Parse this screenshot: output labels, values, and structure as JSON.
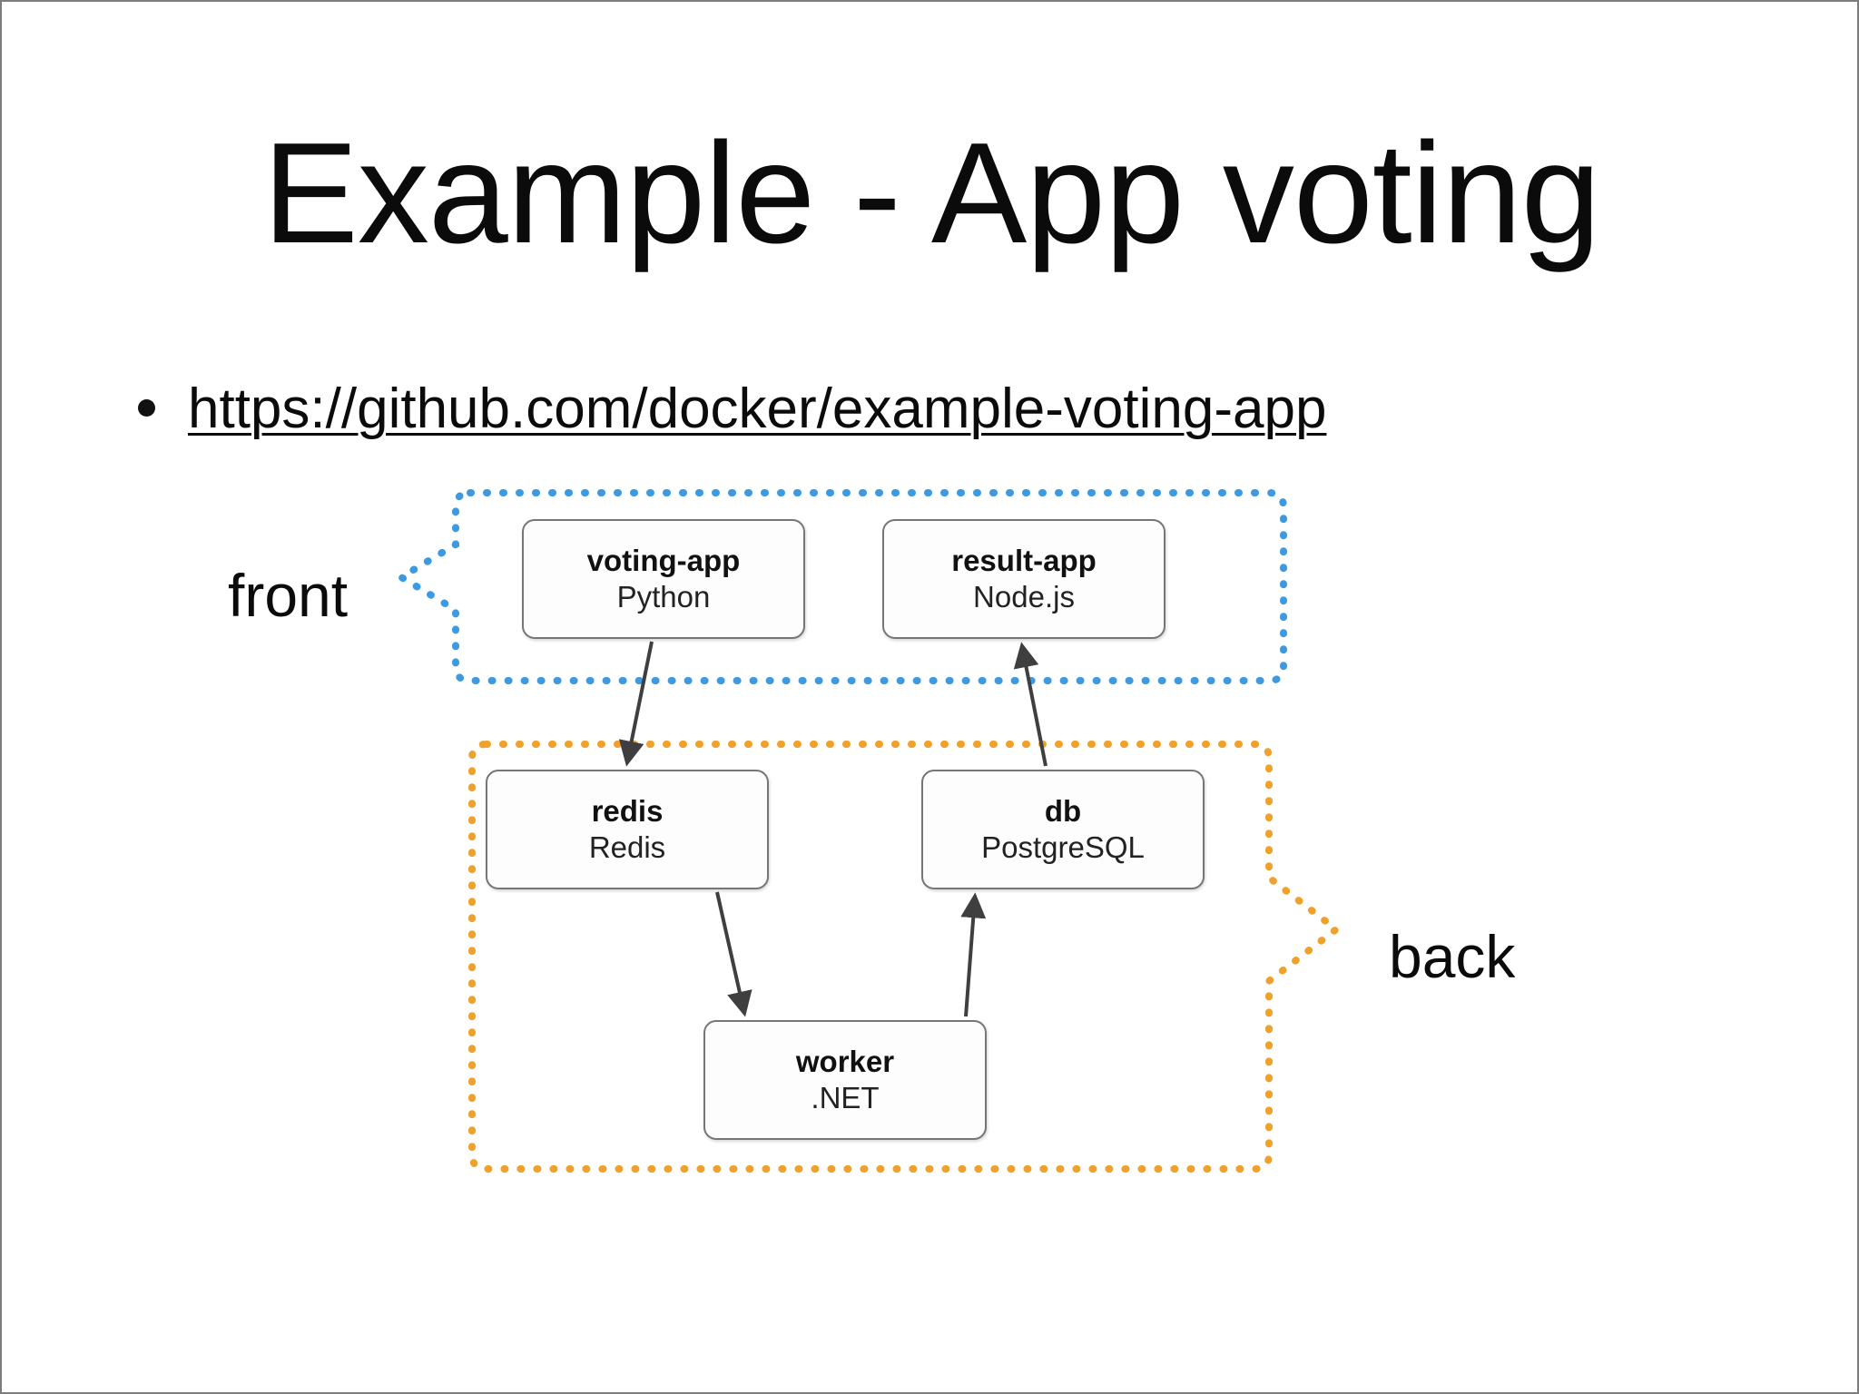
{
  "slide": {
    "title": "Example - App voting",
    "bullet": {
      "marker": "bullet-dot",
      "link_text": "https://github.com/docker/example-voting-app"
    }
  },
  "diagram": {
    "type": "architecture-diagram",
    "zones": [
      {
        "id": "front",
        "label": "front",
        "border_color": "#3d9ae0",
        "border_style": "dotted",
        "pointer_side": "left",
        "members": [
          "voting-app",
          "result-app"
        ]
      },
      {
        "id": "back",
        "label": "back",
        "border_color": "#f0a12b",
        "border_style": "dotted",
        "pointer_side": "right",
        "members": [
          "redis",
          "db",
          "worker"
        ]
      }
    ],
    "nodes": [
      {
        "id": "voting-app",
        "name": "voting-app",
        "tech": "Python",
        "zone": "front"
      },
      {
        "id": "result-app",
        "name": "result-app",
        "tech": "Node.js",
        "zone": "front"
      },
      {
        "id": "redis",
        "name": "redis",
        "tech": "Redis",
        "zone": "back"
      },
      {
        "id": "db",
        "name": "db",
        "tech": "PostgreSQL",
        "zone": "back"
      },
      {
        "id": "worker",
        "name": "worker",
        "tech": ".NET",
        "zone": "back"
      }
    ],
    "edges": [
      {
        "from": "voting-app",
        "to": "redis",
        "direction": "down"
      },
      {
        "from": "redis",
        "to": "worker",
        "direction": "down"
      },
      {
        "from": "worker",
        "to": "db",
        "direction": "up"
      },
      {
        "from": "db",
        "to": "result-app",
        "direction": "up"
      }
    ],
    "edge_color": "#3f3f3f",
    "node_border_color": "#767676",
    "node_fill": "#fdfdfd"
  }
}
